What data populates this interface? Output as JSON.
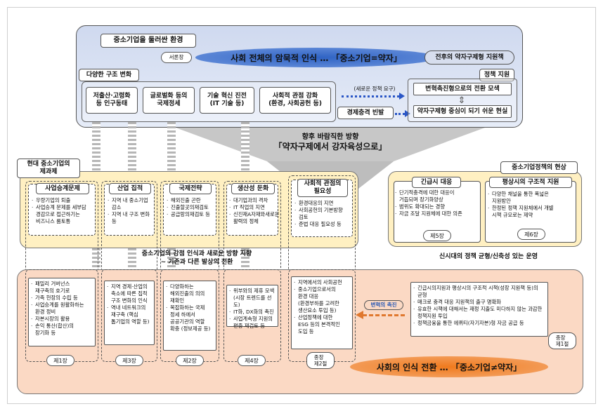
{
  "top": {
    "title": "중소기업을 둘러싼 환경",
    "intro_label": "서론장",
    "banner": "사회 전체의 암묵적 인식 … 「중소기업=약자」",
    "postwar": "전후의 약자구제형 지원책",
    "changes_title": "다양한 구조 변화",
    "changes": [
      "저출산·고령화\n등 인구동태",
      "글로벌화 등의\n국제정세",
      "기술 혁신 진전\n(IT 기술 등)",
      "사회적 관점 강화\n(환경, 사회공헌 등)"
    ],
    "new_demand": "(새로운 정책 요구)",
    "shock": "경제충격 빈발",
    "policy_support_title": "정책 지원",
    "policy_items": [
      "변혁촉진형으로의 전환 모색",
      "약자구제형 중심이 되기 쉬운 현실"
    ]
  },
  "direction": {
    "line1": "향후 바람직한 방향",
    "line2": "「약자구제에서 강자육성으로」"
  },
  "current": {
    "title": "현대 중소기업의\n제과제",
    "columns": [
      {
        "title": "사업승계문제",
        "items": [
          "우량기업의 퇴출",
          "사업승계 문제를 세부담\n경감으로 접근하기는\n비즈니스 룸토틍"
        ]
      },
      {
        "title": "산업 집적",
        "items": [
          "지역 내 중소기업\n감소",
          "지역 내 구조 변화\n등"
        ]
      },
      {
        "title": "국제전략",
        "items": [
          "해외진출 곤란",
          "진출할곳의재검토",
          "공급망의재검토 등"
        ]
      },
      {
        "title": "생산성 둔화",
        "items": [
          "대기업과의 격차",
          "IT 직업의 지연",
          "신진재A자재와새로운\n활력의 정체"
        ]
      },
      {
        "title": "사회적 관점의\n필요성",
        "items": [
          "환경대응의 지연",
          "사회공헌의 기본방향\n검토",
          "준법 대응 필요성 등"
        ]
      }
    ]
  },
  "policy_status": {
    "title": "중소기업정책의 현상",
    "emergency": {
      "title": "긴급시 대응",
      "items": [
        "단기적충격에 대한 대응이\n거듭되며 장기화양상",
        "범위도 확대되는 경향",
        "자금 조달 지원체에 대한 의존"
      ],
      "chapter": "제5장"
    },
    "normal": {
      "title": "평상시의 구조적 지원",
      "items": [
        "다양한 채널을 통한 폭넓은\n지원방안",
        "한정된 정책 지원체에서 개별\n시책 규모로는 제약"
      ],
      "chapter": "제6장"
    }
  },
  "middle": {
    "line1": "중소기업의 강점 인식과 새로운 방향 지향",
    "line2": "~ 기존과 다른 발상의 전환",
    "right": "신시대의 정책 균형/신축성 있는 운영"
  },
  "bottom": {
    "columns": [
      {
        "items": [
          "패밀리 거버넌스\n재구축의 호기로",
          "가족 헌장의 수립 등",
          "사업승계를 원활화하는\n환경 정비",
          "자본시장의 활용",
          "손익 통산(합산)의\n장기화 등"
        ],
        "chapter": "제1장"
      },
      {
        "items": [
          "지역 경제·산업의\n축소에 따른 집적\n구조 변화의 인식",
          "역내 네트워크의\n재구축 (핵심\n톱기업의 역할 등)"
        ],
        "chapter": "제3장"
      },
      {
        "items": [
          "다양화하는\n해외진출의 의의\n재확인",
          "복잡화하는 국제\n정세 하에서\n공공기관의 역할\n확충 (정보제공 등)"
        ],
        "chapter": "제2장"
      },
      {
        "items": [
          "위부와의 제휴 모색\n(시장 트렌드를 선도)",
          "IT화, DX화의 촉진",
          "사업계속형 지원의\n편중 재검토 등"
        ],
        "chapter": "제4장"
      },
      {
        "items": [
          "지역에서의 사회공헌",
          "중소기업으로서의\n환경 대응\n(환경부하를 고려한\n생산요소 투입 등)",
          "산업정책에 대한\nESG 등의 본격적인\n도입 등"
        ],
        "chapter": "종장\n제2절"
      }
    ],
    "promote": "변혁의 촉진",
    "right_items": [
      "긴급시의지원과 평상시의 구조적 시책(성장 지원책 등)의\n균형",
      "매크로 충격 대응 지원책의 출구 명확화",
      "유효한 시책에 대해서는 재정 지출도 미다하지 않는 과감한\n정책지원 투입",
      "정책금융을 통한 에퀴티(자기자본)형 자금 공급 등"
    ],
    "right_chapter": "종장\n제1절",
    "shift": "사회의 인식 전환 … 「중소기업≠약자」"
  }
}
